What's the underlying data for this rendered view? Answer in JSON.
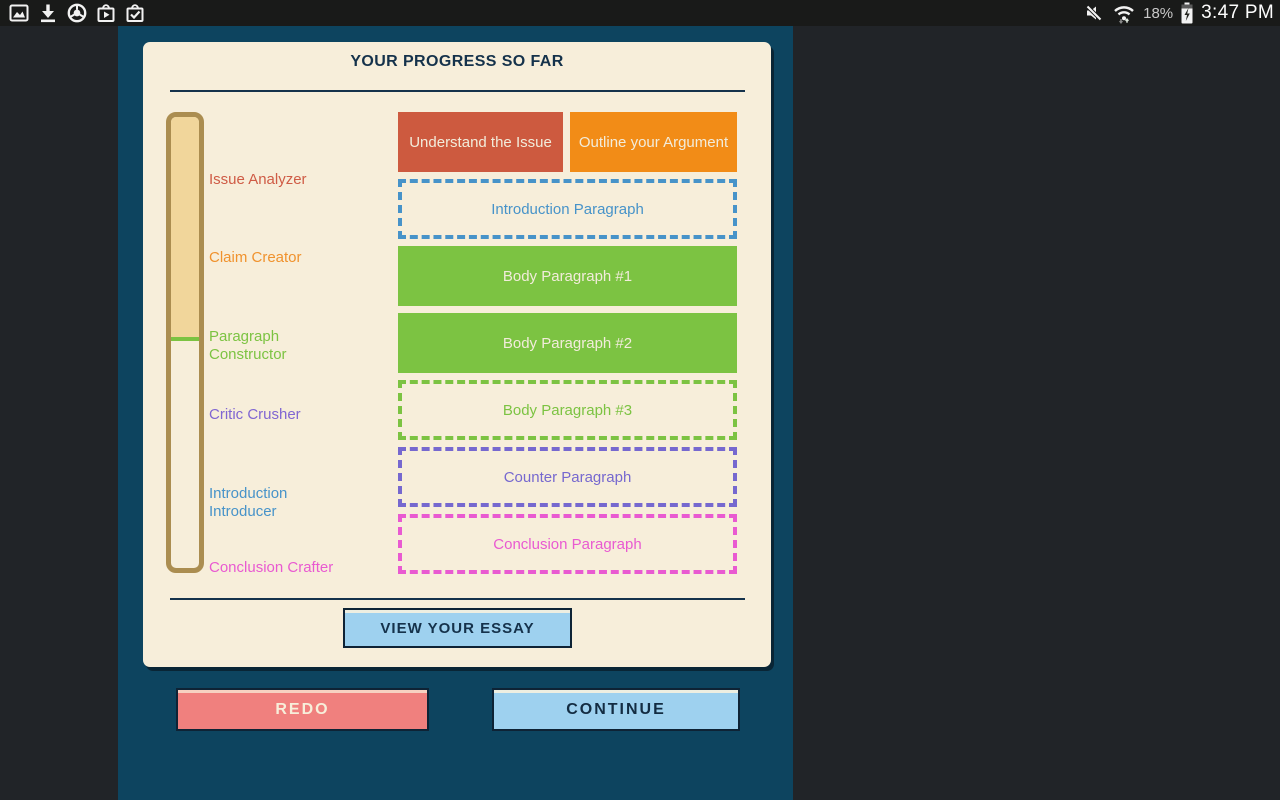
{
  "status_bar": {
    "time": "3:47 PM",
    "battery_percent": "18%",
    "left_icons": [
      "gallery-icon",
      "download-done-icon",
      "chrome-icon",
      "play-store-icon",
      "play-store-update-done-icon"
    ],
    "right_icons": [
      "volume-muted-icon",
      "wifi-icon",
      "battery-charging-icon"
    ]
  },
  "card": {
    "title": "YOUR PROGRESS SO FAR",
    "view_essay_button": "VIEW YOUR ESSAY",
    "milestones": [
      {
        "label": "Issue Analyzer",
        "color": "#cf5b45"
      },
      {
        "label": "Claim Creator",
        "color": "#f0922d"
      },
      {
        "label": "Paragraph Constructor",
        "color": "#7cc342"
      },
      {
        "label": "Critic Crusher",
        "color": "#8066d2"
      },
      {
        "label": "Introduction Introducer",
        "color": "#4793c9"
      },
      {
        "label": "Conclusion Crafter",
        "color": "#e95ad1"
      }
    ],
    "progress_meter": {
      "fill_percent": 49,
      "fill_color": "#f1d69b",
      "border_color": "#ab8d50",
      "marker_color": "#7cc342"
    },
    "steps": [
      {
        "label": "Understand the Issue",
        "status": "complete",
        "color": "#cd5a3f"
      },
      {
        "label": "Outline your Argument",
        "status": "complete",
        "color": "#f28c17"
      },
      {
        "label": "Introduction Paragraph",
        "status": "incomplete",
        "color": "#4793c9"
      },
      {
        "label": "Body Paragraph #1",
        "status": "complete",
        "color": "#7cc342"
      },
      {
        "label": "Body Paragraph #2",
        "status": "complete",
        "color": "#7cc342"
      },
      {
        "label": "Body Paragraph #3",
        "status": "incomplete",
        "color": "#7cc342"
      },
      {
        "label": "Counter Paragraph",
        "status": "incomplete",
        "color": "#7668cf"
      },
      {
        "label": "Conclusion Paragraph",
        "status": "incomplete",
        "color": "#e95ad1"
      }
    ]
  },
  "footer": {
    "redo_button": "REDO",
    "continue_button": "CONTINUE"
  },
  "colors": {
    "outer_background": "#212428",
    "status_bar_background": "#191a19",
    "panel_teal": "#0d445f",
    "card_cream": "#f7eeda",
    "title_navy": "#15324b",
    "button_blue": "#9ed1ef",
    "button_red": "#f0807e",
    "button_border": "#0e2335"
  }
}
